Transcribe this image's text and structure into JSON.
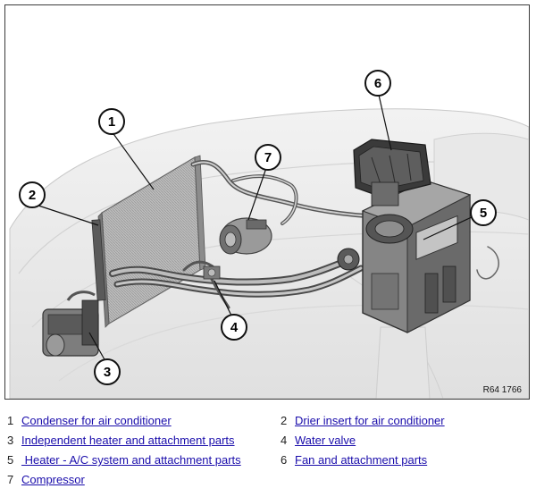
{
  "figure": {
    "code": "R64 1766",
    "callouts": [
      "1",
      "2",
      "3",
      "4",
      "5",
      "6",
      "7"
    ]
  },
  "legend": [
    {
      "num": "1",
      "label": "Condenser for air conditioner"
    },
    {
      "num": "2",
      "label": "Drier insert for air conditioner"
    },
    {
      "num": "3",
      "label": "Independent heater and attachment parts"
    },
    {
      "num": "4",
      "label": "Water valve"
    },
    {
      "num": "5",
      "label": " Heater - A/C system and attachment parts"
    },
    {
      "num": "6",
      "label": "Fan and attachment parts"
    },
    {
      "num": "7",
      "label": "Compressor"
    }
  ],
  "colors": {
    "link": "#1a0dab",
    "body_ghost": "#ececec",
    "component_dark": "#3c3c3c",
    "component_mid": "#8a8a8a",
    "condenser": "#b5b5b5"
  }
}
